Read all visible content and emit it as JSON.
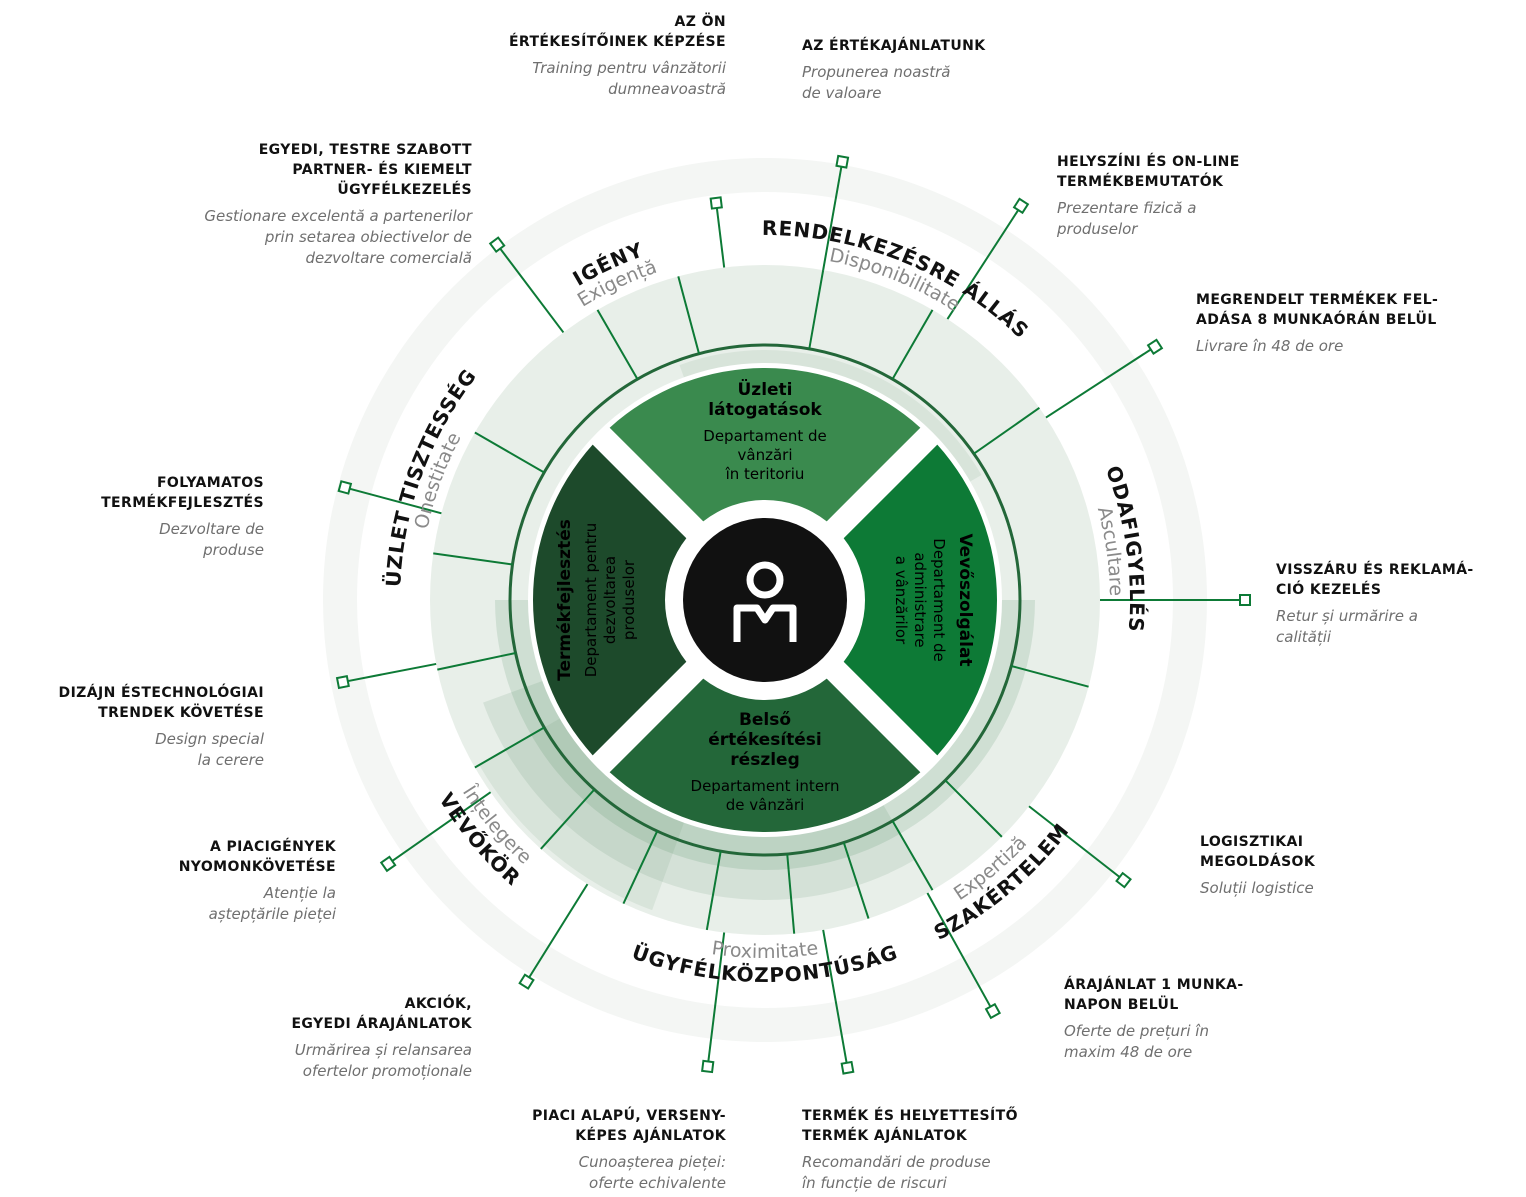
{
  "center_icon": "person-icon",
  "colors": {
    "green_dark": "#1d4a2b",
    "green_mid": "#236739",
    "green_light": "#3a8a4e",
    "green_bright": "#0d7a36",
    "black": "#111111",
    "grey_text": "#6f6f6f",
    "ring_light": "#e8efe9"
  },
  "quadrants": [
    {
      "title": "Üzleti\nlátogatások",
      "subtitle": "Departament de\nvânzări\nîn teritoriu"
    },
    {
      "title": "Vevőszolgálat",
      "subtitle": "Departament de\nadministrare\na vânzărilor"
    },
    {
      "title": "Belső\nértékesítési\nrészleg",
      "subtitle": "Departament intern\nde vânzări"
    },
    {
      "title": "Termékfejlesztés",
      "subtitle": "Departament pentru\ndezvoltarea\nproduselor"
    }
  ],
  "values_ring": [
    {
      "hu": "RENDELKEZÉSRE ÁLLÁS",
      "ro": "Disponibilitate"
    },
    {
      "hu": "ODAFIGYELÉS",
      "ro": "Ascultare"
    },
    {
      "hu": "SZAKÉRTELEM",
      "ro": "Expertiză"
    },
    {
      "hu": "ÜGYFÉLKÖZPONTÚSÁG",
      "ro": "Proximitate"
    },
    {
      "hu": "VEVŐKÖR",
      "ro": "Înțelegere"
    },
    {
      "hu": "ÜZLET TISZTESSÉG",
      "ro": "Onestitate"
    },
    {
      "hu": "IGÉNY",
      "ro": "Exigență"
    }
  ],
  "services": [
    {
      "title": "AZ ÖN\nÉRTÉKESÍTŐINEK KÉPZÉSE",
      "subtitle": "Training pentru vânzătorii\ndumneavoastră"
    },
    {
      "title": "AZ ÉRTÉKAJÁNLATUNK",
      "subtitle": "Propunerea noastră\nde valoare"
    },
    {
      "title": "HELYSZÍNI ÉS ON-LINE\nTERMÉKBEMUTATÓK",
      "subtitle": "Prezentare fizică a\nproduselor"
    },
    {
      "title": "MEGRENDELT TERMÉKEK FEL-\nADÁSA 8 MUNKAÓRÁN BELÜL",
      "subtitle": "Livrare în 48 de ore"
    },
    {
      "title": "VISSZÁRU ÉS REKLAMÁ-\nCIÓ KEZELÉS",
      "subtitle": "Retur și urmărire a\ncalității"
    },
    {
      "title": "LOGISZTIKAI\nMEGOLDÁSOK",
      "subtitle": "Soluții logistice"
    },
    {
      "title": "ÁRAJÁNLAT 1 MUNKA-\nNAPON BELÜL",
      "subtitle": "Oferte de prețuri în\nmaxim 48 de ore"
    },
    {
      "title": "TERMÉK ÉS HELYETTESÍTŐ\nTERMÉK AJÁNLATOK",
      "subtitle": "Recomandări de produse\nîn funcție de riscuri"
    },
    {
      "title": "PIACI ALAPÚ, VERSENY-\nKÉPES AJÁNLATOK",
      "subtitle": "Cunoașterea pieței:\noferte echivalente"
    },
    {
      "title": "AKCIÓK,\nEGYEDI ÁRAJÁNLATOK",
      "subtitle": "Urmărirea și relansarea\nofertelor promoționale"
    },
    {
      "title": "A PIACIGÉNYEK\nNYOMONKÖVETÉSE",
      "subtitle": "Atenție la\naștepțările pieței"
    },
    {
      "title": "DIZÁJN ÉSTECHNOLÓGIAI\nTRENDEK KÖVETÉSE",
      "subtitle": "Design special\nla cerere"
    },
    {
      "title": "FOLYAMATOS\nTERMÉKFEJLESZTÉS",
      "subtitle": "Dezvoltare de\nproduse"
    },
    {
      "title": "EGYEDI, TESTRE SZABOTT\nPARTNER- ÉS KIEMELT\nÜGYFÉLKEZELÉS",
      "subtitle": "Gestionare excelentă a partenerilor\nprin setarea obiectivelor de\ndezvoltare comercială"
    }
  ]
}
